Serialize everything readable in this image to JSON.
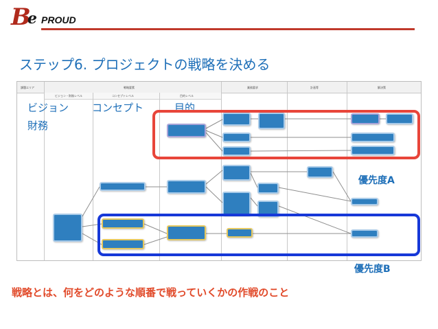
{
  "logo": {
    "b": "B",
    "e": "e",
    "text": "PROUD"
  },
  "title": "ステップ6. プロジェクトの戦略を決める",
  "diagram": {
    "header_cols": [
      "課題エリア",
      "戦略要素",
      "業務要求",
      "計画等",
      "解決策"
    ],
    "sub_cols": [
      "ビジョン・財務レベル",
      "コンセプトレベル",
      "目的レベル"
    ]
  },
  "overlay_labels": {
    "vision": "ビジョン",
    "concept": "コンセプト",
    "purpose": "目的",
    "finance": "財務"
  },
  "priority_a": "優先度A",
  "priority_b": "優先度B",
  "footer": "戦略とは、何をどのような順番で戦っていくかの作戦のこと",
  "colors": {
    "accent_red": "#e8453a",
    "accent_blue": "#1638d8",
    "node": "#2f7fbf",
    "title": "#1e6fb8"
  }
}
